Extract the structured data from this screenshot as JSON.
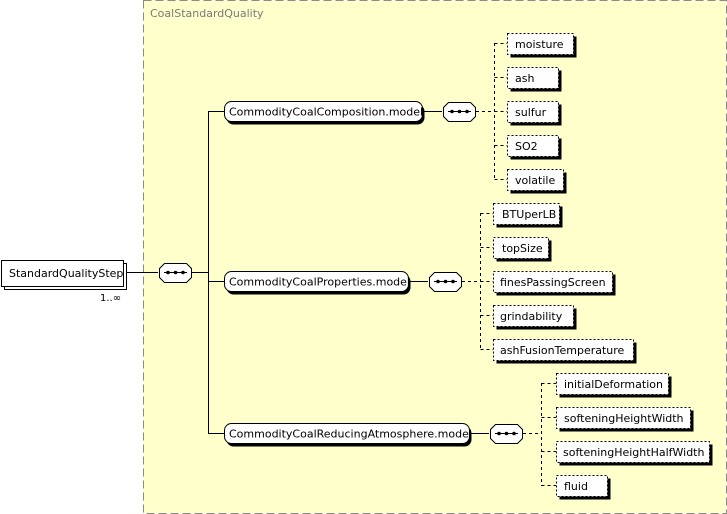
{
  "group": {
    "label": "CoalStandardQuality"
  },
  "root": {
    "label": "StandardQualityStep",
    "multiplicity": "1..∞"
  },
  "models": [
    {
      "label": "CommodityCoalComposition.model",
      "elements": [
        "moisture",
        "ash",
        "sulfur",
        "SO2",
        "volatile"
      ]
    },
    {
      "label": "CommodityCoalProperties.model",
      "elements": [
        "BTUperLB",
        "topSize",
        "finesPassingScreen",
        "grindability",
        "ashFusionTemperature"
      ]
    },
    {
      "label": "CommodityCoalReducingAtmosphere.model",
      "elements": [
        "initialDeformation",
        "softeningHeightWidth",
        "softeningHeightHalfWidth",
        "fluid"
      ]
    }
  ],
  "colors": {
    "group_fill": "#ffffcc",
    "group_border": "#8a8a8a",
    "box_fill": "#ffffff",
    "line": "#000000"
  }
}
